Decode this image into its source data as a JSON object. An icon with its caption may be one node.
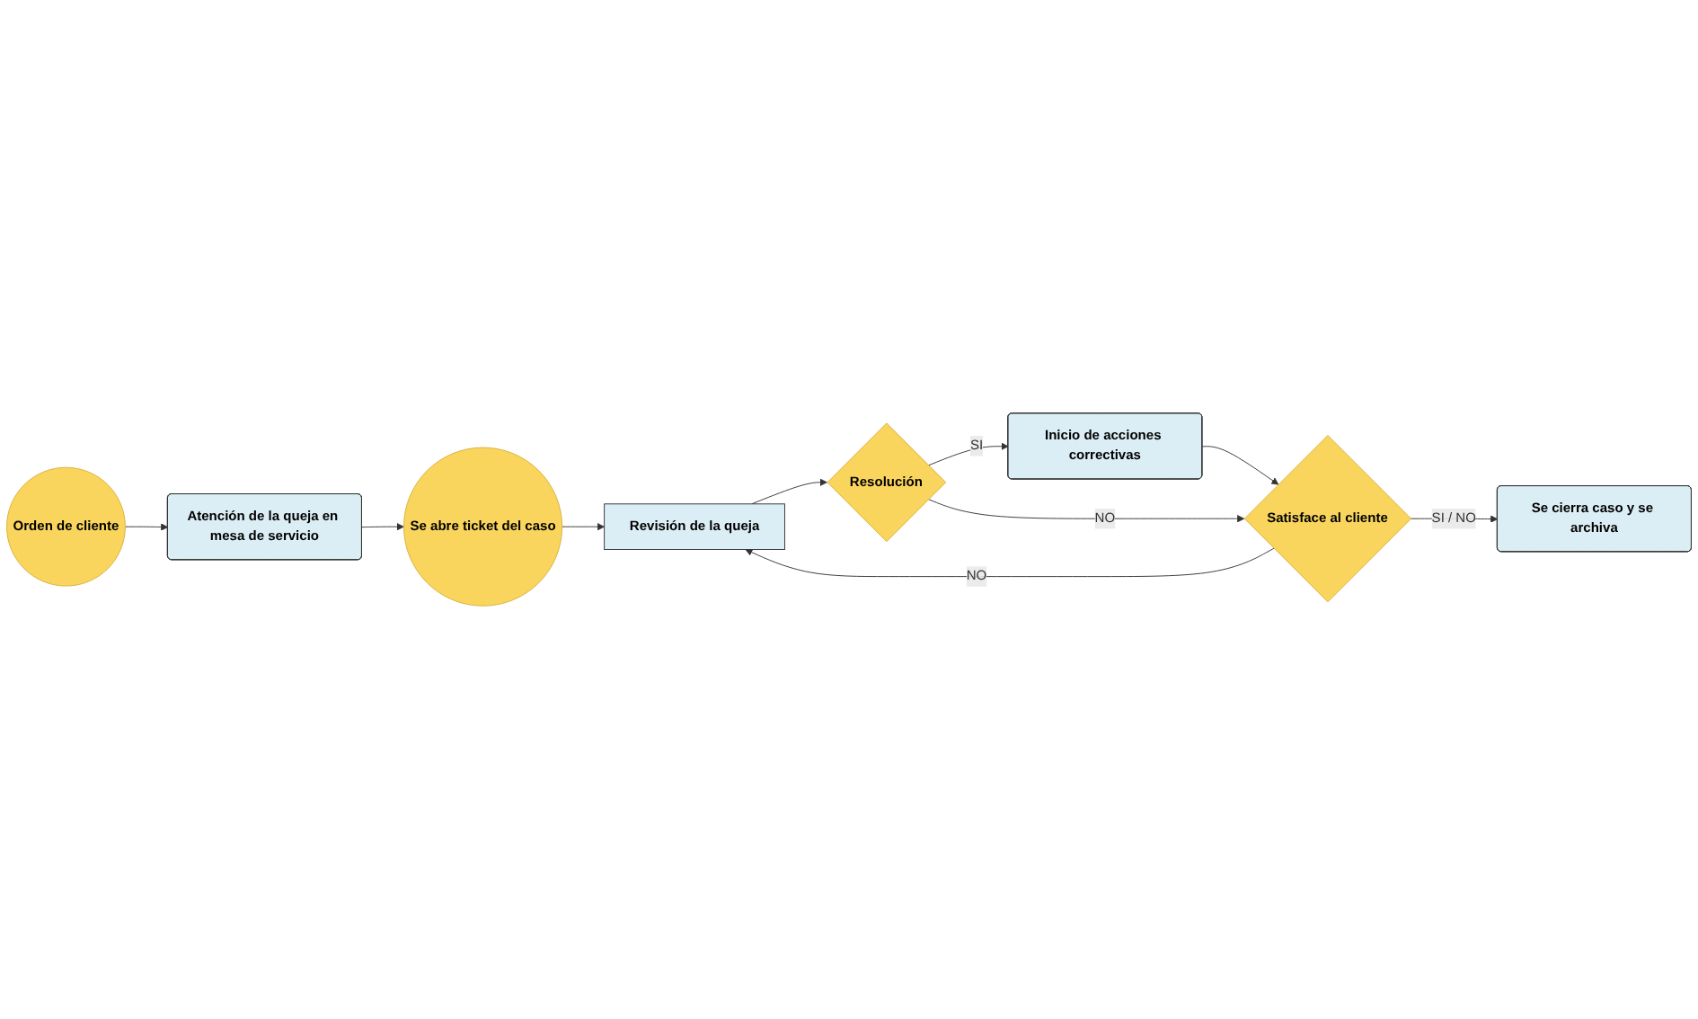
{
  "diagram": {
    "nodes": [
      {
        "text": [
          "Orden de cliente"
        ]
      },
      {
        "text": [
          "Atención de la queja en mesa de servicio"
        ]
      },
      {
        "text": [
          "Se abre ticket del caso"
        ]
      },
      {
        "text": [
          "Revisión de la queja"
        ]
      },
      {
        "text": [
          "Resolución"
        ]
      },
      {
        "text": [
          "Inicio de acciones correctivas"
        ]
      },
      {
        "text": [
          "Satisface al cliente"
        ]
      },
      {
        "text": [
          "Se cierra caso y se archiva"
        ]
      }
    ],
    "edges": [
      {
        "from": 0,
        "to": 1,
        "arrow": "to"
      },
      {
        "from": 1,
        "to": 2,
        "arrow": "to"
      },
      {
        "from": 2,
        "to": 3,
        "arrow": "to"
      },
      {
        "from": 3,
        "to": 4,
        "arrow": "to"
      },
      {
        "from": 4,
        "to": 5,
        "label": "SI",
        "arrow": "to"
      },
      {
        "from": 5,
        "to": 6,
        "arrow": "to"
      },
      {
        "from": 4,
        "to": 6,
        "label": "NO",
        "arrow": "to"
      },
      {
        "from": 6,
        "to": 3,
        "label": "NO",
        "arrow": "to"
      },
      {
        "from": 6,
        "to": 7,
        "label": "SI / NO",
        "arrow": "to"
      }
    ]
  }
}
